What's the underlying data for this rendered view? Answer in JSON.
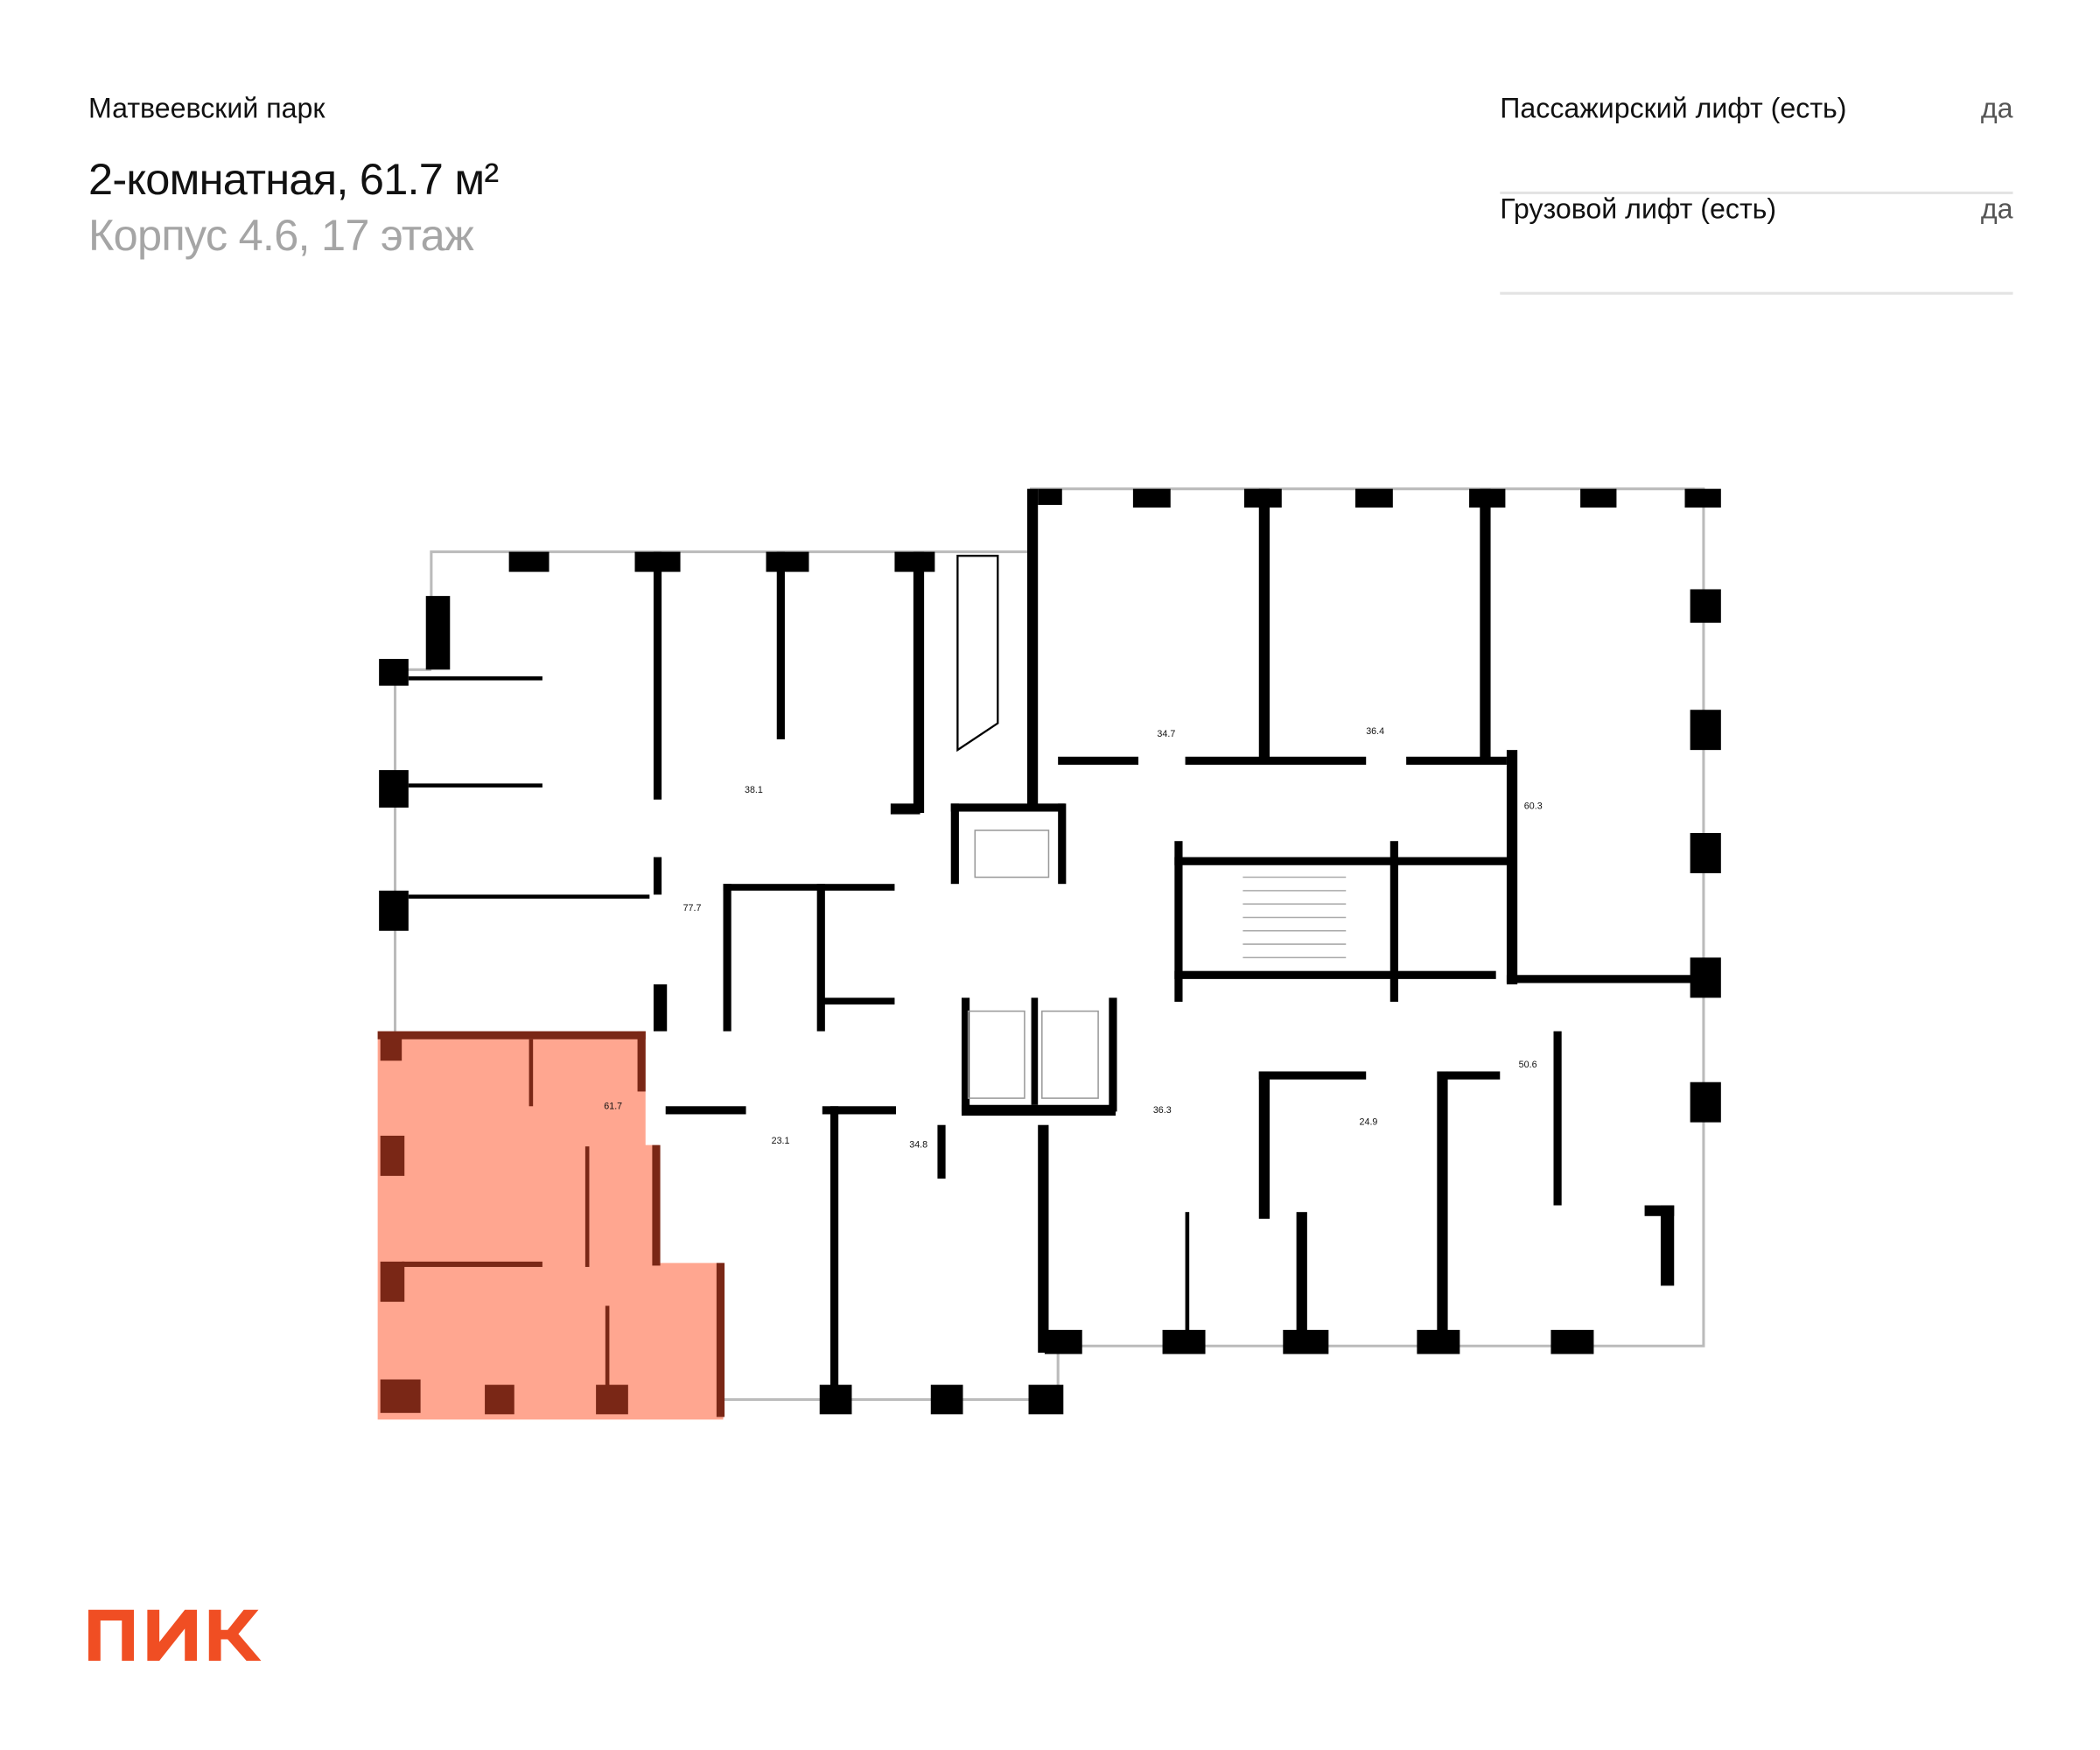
{
  "header": {
    "project": "Матвеевский парк",
    "title": "2-комнатная, 61.7 м²",
    "subtitle": "Корпус 4.6, 17 этаж"
  },
  "features": [
    {
      "label": "Пассажирский лифт (есть)",
      "value": "да"
    },
    {
      "label": "Грузовой лифт (есть)",
      "value": "да"
    }
  ],
  "plan": {
    "highlight_color": "#FFA690",
    "highlight_wall_color": "#7A2716",
    "selected_area": "61.7",
    "areas": [
      "38.1",
      "34.7",
      "36.4",
      "60.3",
      "77.7",
      "61.7",
      "23.1",
      "34.8",
      "36.3",
      "24.9",
      "50.6"
    ]
  },
  "logo": {
    "text": "ПИК",
    "color": "#F04E23"
  }
}
